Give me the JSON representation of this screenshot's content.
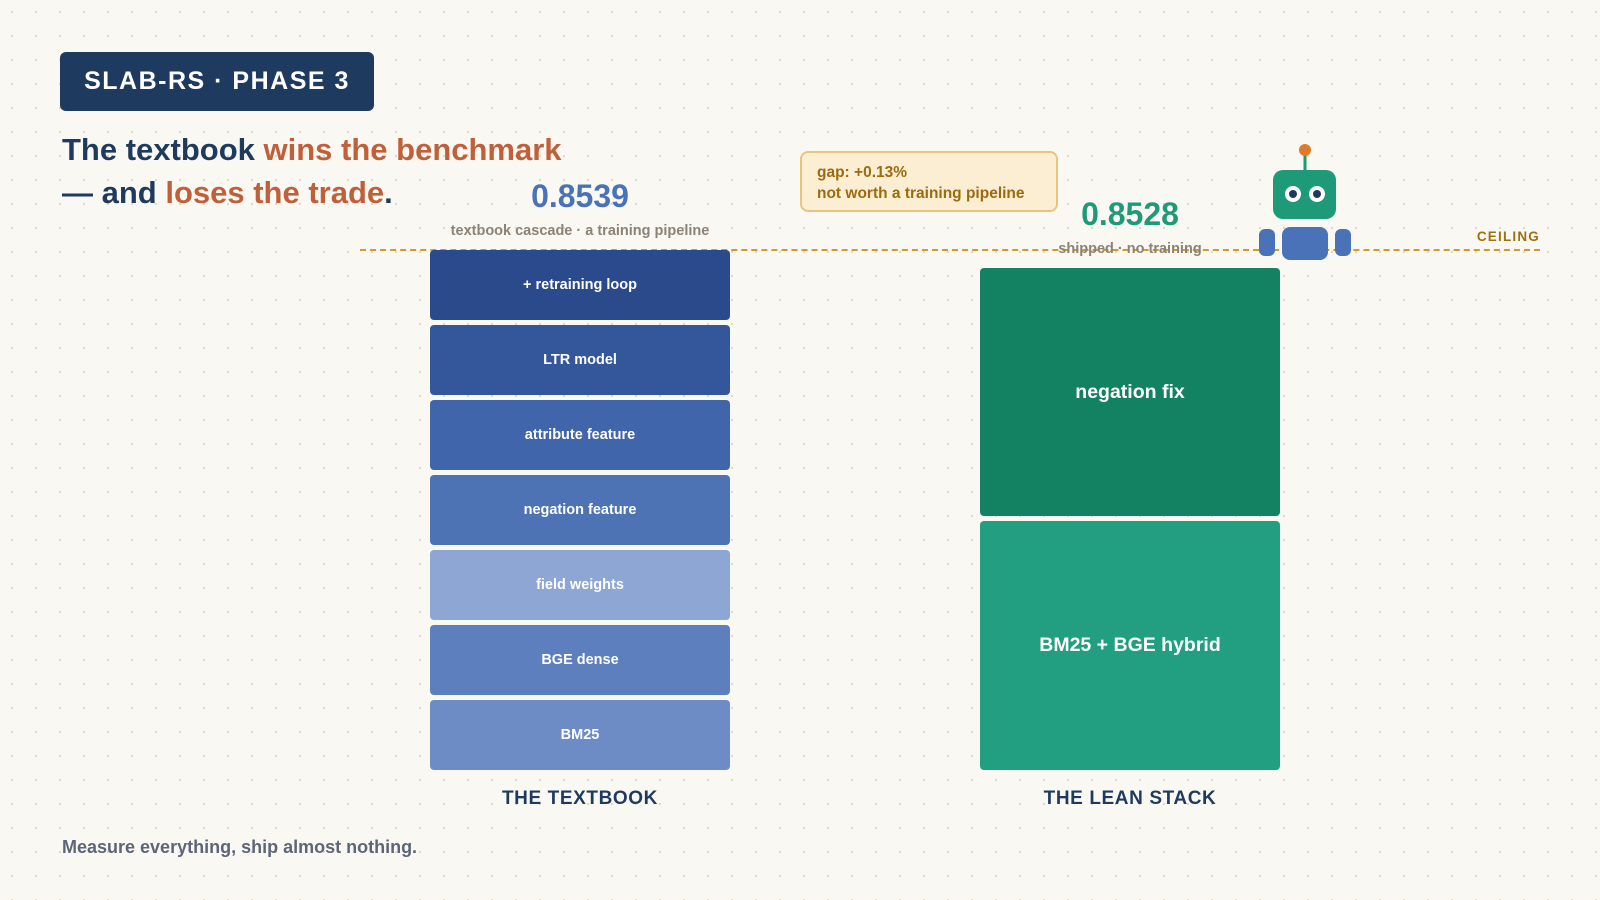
{
  "badge": "SLAB-RS · PHASE 3",
  "headline": {
    "line1_a": "The textbook ",
    "line1_b": "wins the benchmark",
    "line2_a": "— and ",
    "line2_b": "loses the trade",
    "line2_c": "."
  },
  "textbook": {
    "score": "0.8539",
    "caption": "textbook cascade · a training pipeline",
    "label": "THE TEXTBOOK",
    "layers": [
      {
        "label": "+ retraining loop",
        "color": "#2a4a8c"
      },
      {
        "label": "LTR model",
        "color": "#34579c"
      },
      {
        "label": "attribute feature",
        "color": "#4065aa"
      },
      {
        "label": "negation feature",
        "color": "#4d73b5"
      },
      {
        "label": "field weights",
        "color": "#8da6d3"
      },
      {
        "label": "BGE dense",
        "color": "#5d7fbe"
      },
      {
        "label": "BM25",
        "color": "#6d8cc5"
      }
    ]
  },
  "lean": {
    "score": "0.8528",
    "caption": "shipped · no training",
    "label": "THE LEAN STACK",
    "layers": [
      {
        "label": "negation fix",
        "color": "#138262"
      },
      {
        "label": "BM25 + BGE hybrid",
        "color": "#219f80"
      }
    ]
  },
  "ceiling_label": "CEILING",
  "gap_note": {
    "line1": "gap: +0.13%",
    "line2": "not worth a training pipeline"
  },
  "footer": "Measure everything, ship almost nothing.",
  "icons": [
    "robot-icon"
  ],
  "colors": {
    "navy": "#1f3a5f",
    "accent": "#c0603b",
    "ceiling": "#d29a2c",
    "textbook_score": "#4a72b8",
    "lean_score": "#1e9a78"
  }
}
